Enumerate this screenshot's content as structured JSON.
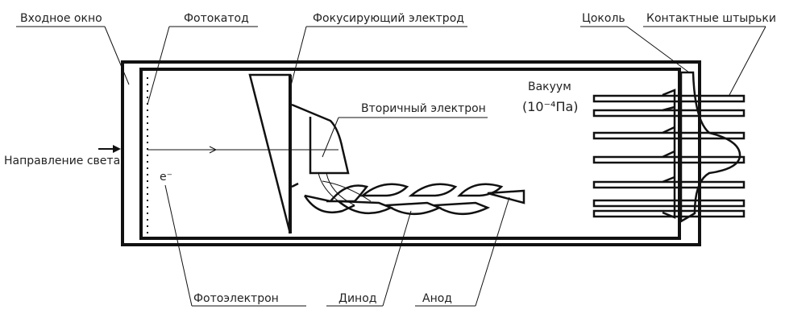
{
  "title": "Фотоэлектронный умножитель",
  "labels": {
    "input_window": "Входное окно",
    "photocathode": "Фотокатод",
    "focusing_electrode": "Фокусирующий электрод",
    "base": "Цоколь",
    "contact_pins": "Контактные штырьки",
    "secondary_electron": "Вторичный электрон",
    "vacuum": "Вакуум",
    "vacuum_pressure": "(10⁻⁴Па)",
    "light_direction": "Направление света",
    "electron_symbol": "e⁻",
    "photoelectron": "Фотоэлектрон",
    "dynode": "Динод",
    "anode": "Анод"
  },
  "colors": {
    "line": "#111111",
    "text": "#222222",
    "background": "#ffffff"
  }
}
